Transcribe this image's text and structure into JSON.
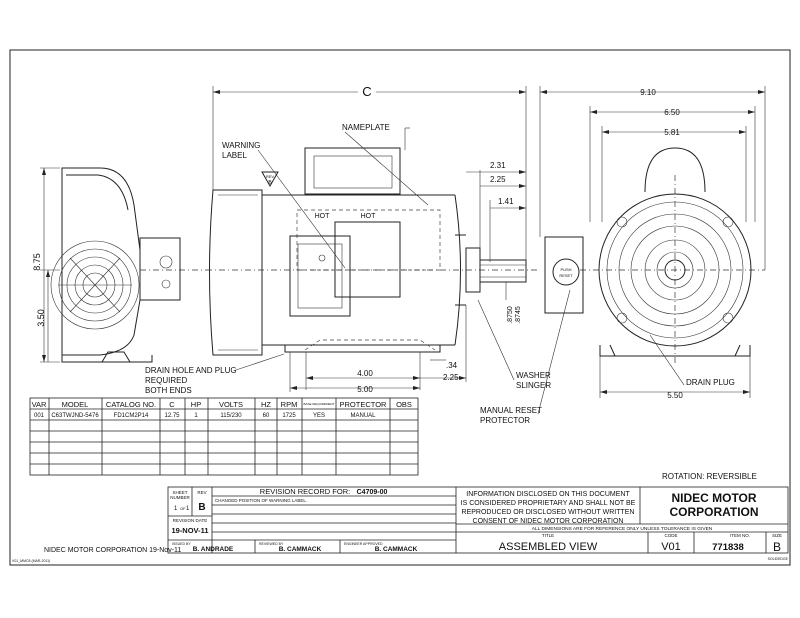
{
  "dimensions": {
    "c": "C",
    "d910": "9.10",
    "d650": "6.50",
    "d581": "5.81",
    "d231": "2.31",
    "d225a": "2.25",
    "d141": "1.41",
    "d875": "8.75",
    "d350": "3.50",
    "d8750": ".8750",
    "d8745": ".8745",
    "d400": "4.00",
    "d500": "5.00",
    "d34": ".34",
    "d225b": "2.25",
    "d550": "5.50"
  },
  "callouts": {
    "nameplate": "NAMEPLATE",
    "warning_label_1": "WARNING",
    "warning_label_2": "LABEL",
    "rev_tag": "REV",
    "rev_letter": "B",
    "drain_1": "DRAIN HOLE AND PLUG",
    "drain_2": "REQUIRED",
    "drain_3": "BOTH ENDS",
    "washer_1": "WASHER",
    "washer_2": "SLINGER",
    "manual_reset_1": "MANUAL RESET",
    "manual_reset_2": "PROTECTOR",
    "drain_plug": "DRAIN PLUG",
    "push_reset_1": "PUSH",
    "push_reset_2": "RESET",
    "hot_1": "HOT",
    "hot_2": "HOT"
  },
  "table": {
    "headers": [
      "VAR",
      "MODEL",
      "CATALOG NO.",
      "C",
      "HP",
      "VOLTS",
      "HZ",
      "RPM",
      "BASE REQUIREMENT",
      "PROTECTOR",
      "OBS"
    ],
    "rows": [
      [
        "001",
        "C63TWJND-5476",
        "FD1CM2P14",
        "12.75",
        "1",
        "115/230",
        "60",
        "1725",
        "YES",
        "MANUAL",
        ""
      ]
    ]
  },
  "rotation": "ROTATION:  REVERSIBLE",
  "title_block": {
    "sheet_label_1": "SHEET",
    "sheet_label_2": "NUMBER",
    "sheet_value": "1",
    "of": "OF",
    "sheet_total": "1",
    "rev_label": "REV",
    "rev_value": "B",
    "revision_record_label": "REVISION RECORD FOR:",
    "revision_record_value": "C4709-00",
    "change_note": "CHANGED POSITION OF WARNING LABEL.",
    "revision_date_label": "REVISION DATE",
    "revision_date": "19-NOV-11",
    "issued_by_label": "ISSUED BY",
    "issued_by": "B. ANDRADE",
    "reviewed_by_label": "REVIEWED BY",
    "reviewed_by": "B. CAMMACK",
    "engineer_label": "ENGINEER APPROVED",
    "engineer": "B. CAMMACK",
    "disclaimer_1": "INFORMATION DISCLOSED ON THIS DOCUMENT",
    "disclaimer_2": "IS CONSIDERED PROPRIETARY AND SHALL NOT BE",
    "disclaimer_3": "REPRODUCED OR DISCLOSED WITHOUT WRITTEN",
    "disclaimer_4": "CONSENT OF NIDEC MOTOR CORPORATION",
    "company_1": "NIDEC MOTOR",
    "company_2": "CORPORATION",
    "tolerance_note": "ALL DIMENSIONS ARE FOR REFERENCE ONLY UNLESS TOLERANCE IS GIVEN",
    "title_label": "TITLE",
    "title": "ASSEMBLED VIEW",
    "code_label": "CODE",
    "code": "V01",
    "item_label": "ITEM NO.",
    "item": "771838",
    "size_label": "SIZE",
    "size": "B",
    "footer_left": "NIDEC MOTOR CORPORATION 19-Nov-11",
    "form_id": "V01_MMC8 (MAR-2011)",
    "soldedge": "SOLIDEDGE"
  }
}
